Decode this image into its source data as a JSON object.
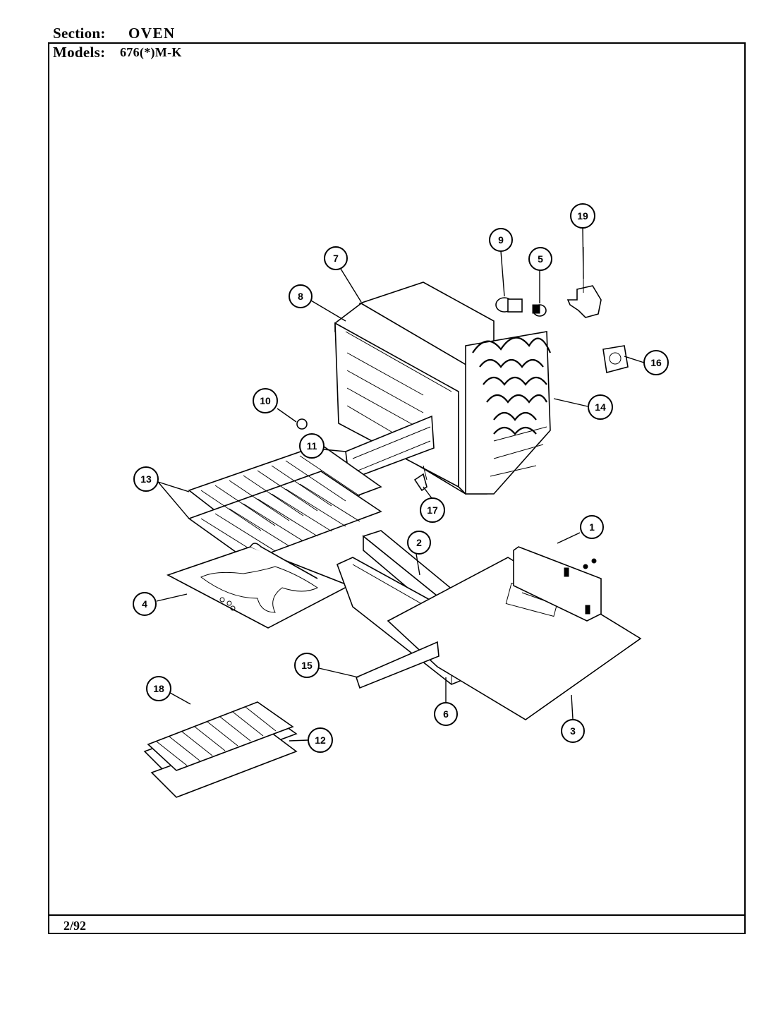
{
  "header": {
    "section_label": "Section:",
    "section_value": "OVEN",
    "models_label": "Models:",
    "models_value": "676(*)M-K"
  },
  "footer": {
    "date": "2/92"
  },
  "callouts": [
    "1",
    "2",
    "3",
    "4",
    "5",
    "6",
    "7",
    "8",
    "9",
    "10",
    "11",
    "12",
    "13",
    "14",
    "15",
    "16",
    "17",
    "18",
    "19"
  ]
}
